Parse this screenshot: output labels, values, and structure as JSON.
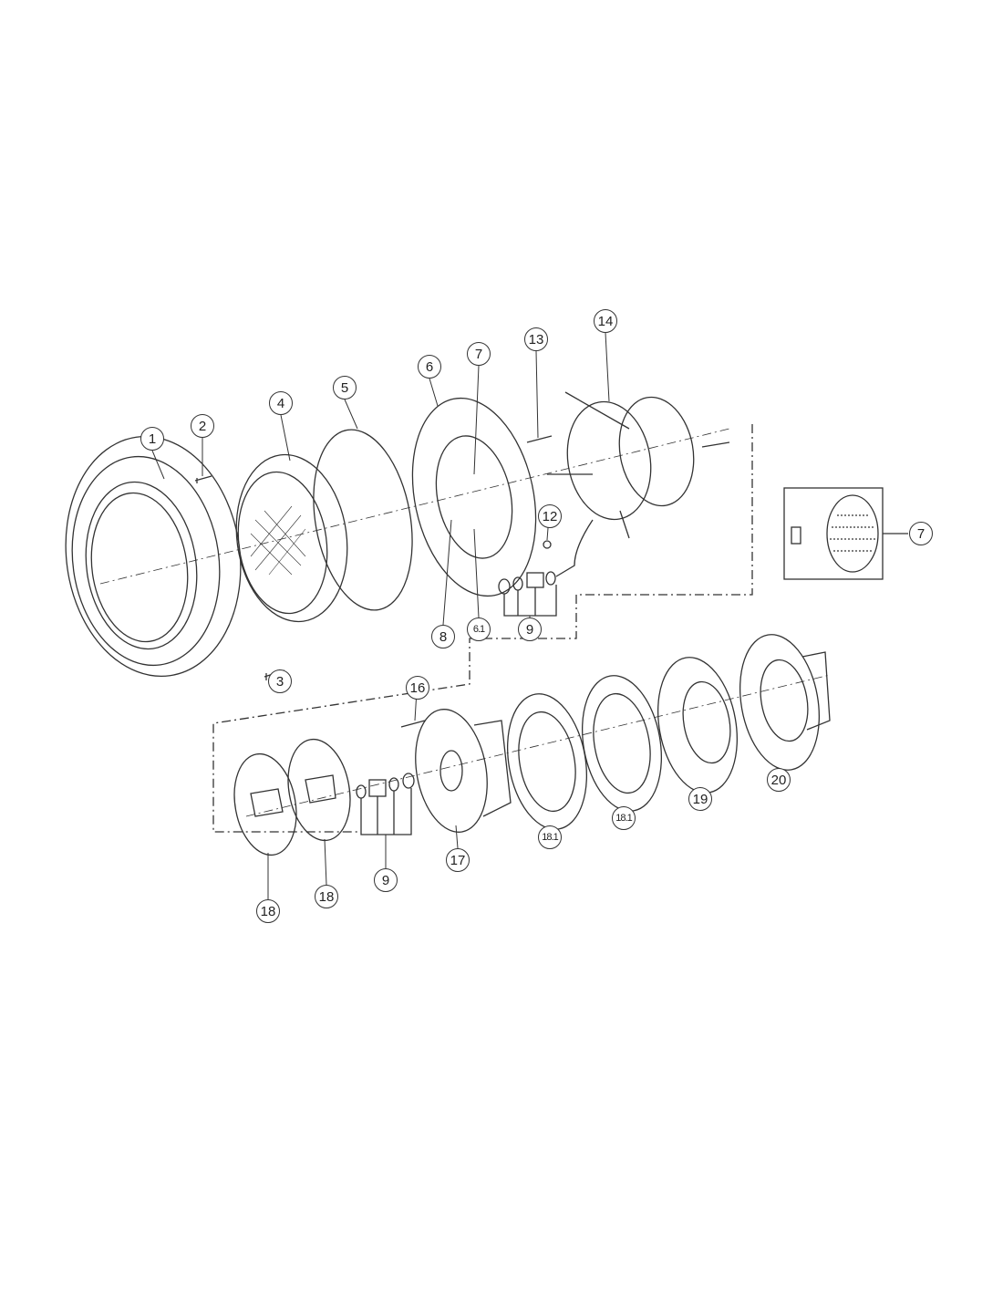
{
  "diagram": {
    "type": "exploded-parts-view",
    "callouts": [
      {
        "id": "c1",
        "label": "1"
      },
      {
        "id": "c2",
        "label": "2"
      },
      {
        "id": "c3",
        "label": "3"
      },
      {
        "id": "c4",
        "label": "4"
      },
      {
        "id": "c5",
        "label": "5"
      },
      {
        "id": "c6",
        "label": "6"
      },
      {
        "id": "c7",
        "label": "7"
      },
      {
        "id": "c13",
        "label": "13"
      },
      {
        "id": "c14",
        "label": "14"
      },
      {
        "id": "c12",
        "label": "12"
      },
      {
        "id": "c8",
        "label": "8"
      },
      {
        "id": "c61",
        "label": "6.1"
      },
      {
        "id": "c9a",
        "label": "9"
      },
      {
        "id": "c7b",
        "label": "7"
      },
      {
        "id": "c16",
        "label": "16"
      },
      {
        "id": "c17",
        "label": "17"
      },
      {
        "id": "c181a",
        "label": "18.1"
      },
      {
        "id": "c181b",
        "label": "18.1"
      },
      {
        "id": "c19",
        "label": "19"
      },
      {
        "id": "c20",
        "label": "20"
      },
      {
        "id": "c18a",
        "label": "18"
      },
      {
        "id": "c18b",
        "label": "18"
      },
      {
        "id": "c9b",
        "label": "9"
      }
    ],
    "line_color": "#333333"
  }
}
